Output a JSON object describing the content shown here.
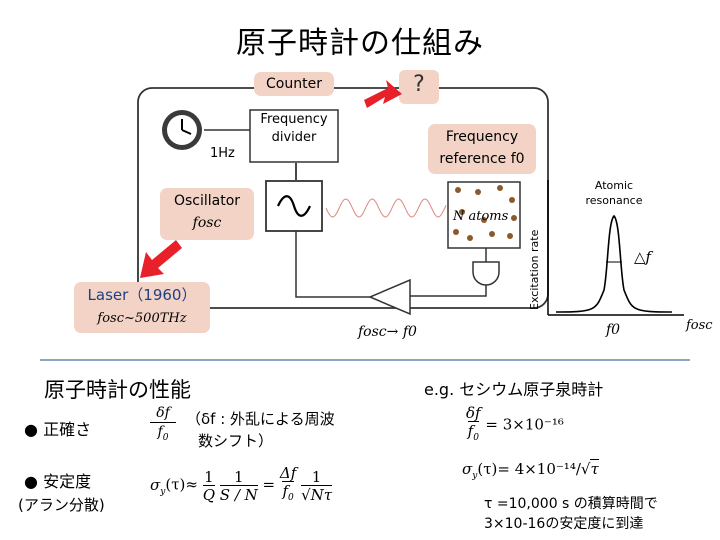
{
  "title": "原子時計の仕組み",
  "diagram": {
    "counter_label": "Counter",
    "question_mark": "?",
    "freq_divider_line1": "Frequency",
    "freq_divider_line2": "divider",
    "one_hz": "1Hz",
    "freq_reference_line1": "Frequency",
    "freq_reference_line2": "reference f0",
    "oscillator_label": "Oscillator",
    "oscillator_symbol": "fosc",
    "laser_label": "Laser（1960）",
    "laser_freq": "fosc~500THz",
    "n_atoms": "N atoms",
    "excitation_rate_label": "Excitation rate",
    "atomic_resonance_line1": "Atomic",
    "atomic_resonance_line2": "resonance",
    "delta_f": "△f",
    "f0_axis": "f0",
    "fosc_axis": "fosc",
    "fosc_to_f0": "fosc→ f0"
  },
  "performance": {
    "heading": "原子時計の性能",
    "accuracy_label": "正確さ",
    "accuracy_note_line1": "（δf : 外乱による周波",
    "accuracy_note_line2": "数シフト）",
    "stability_label": "安定度",
    "stability_sub": "(アラン分散)"
  },
  "example": {
    "heading": "e.g. セシウム原子泉時計",
    "accuracy_value": "= 3×10⁻¹⁶",
    "stability_value": "= 4×10⁻¹⁴",
    "note_line1": "τ =10,000 s の積算時間で",
    "note_line2": "3×10-16の安定度に到達"
  },
  "colors": {
    "pill": "#f2d3c6",
    "arrow_red": "#e8202a",
    "atom_brown": "#8b5a2b",
    "divider_line": "#4a6fa5"
  }
}
